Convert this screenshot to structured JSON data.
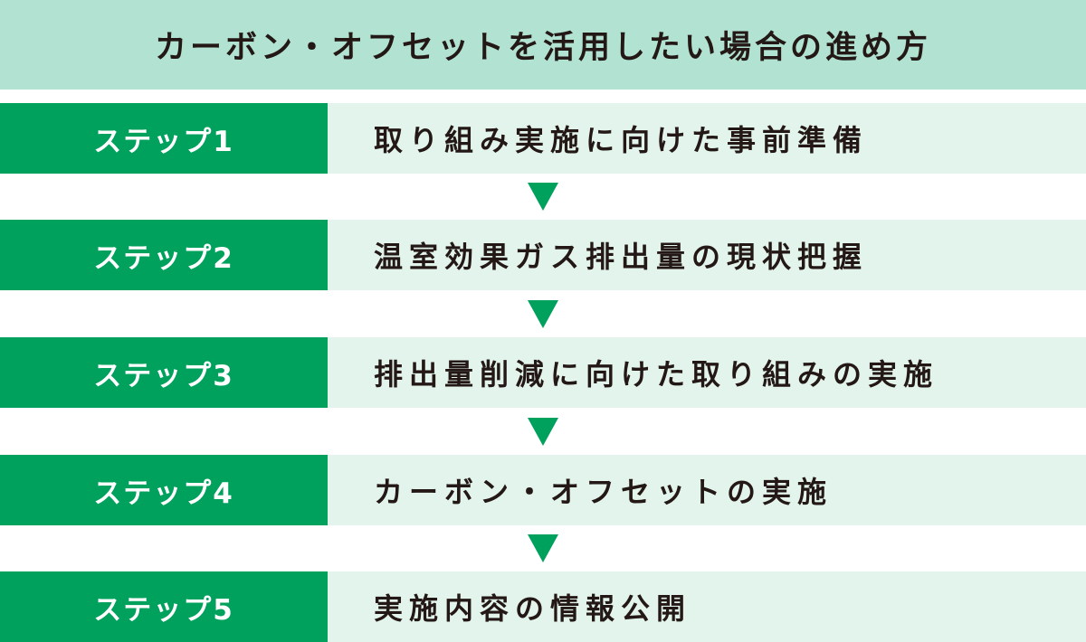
{
  "header": {
    "title": "カーボン・オフセットを活用したい場合の進め方"
  },
  "colors": {
    "header_bg": "#b1e2d2",
    "step_label_bg": "#00a15d",
    "step_desc_bg": "#e3f4ec",
    "text": "#231815",
    "arrow": "#00a15d"
  },
  "steps": [
    {
      "label": "ステップ1",
      "description": "取り組み実施に向けた事前準備"
    },
    {
      "label": "ステップ2",
      "description": "温室効果ガス排出量の現状把握"
    },
    {
      "label": "ステップ3",
      "description": "排出量削減に向けた取り組みの実施"
    },
    {
      "label": "ステップ4",
      "description": "カーボン・オフセットの実施"
    },
    {
      "label": "ステップ5",
      "description": "実施内容の情報公開"
    }
  ],
  "connectors": [
    {
      "icon": "down-triangle-arrow-icon"
    },
    {
      "icon": "down-triangle-arrow-icon"
    },
    {
      "icon": "down-triangle-arrow-icon"
    },
    {
      "icon": "down-triangle-arrow-icon"
    }
  ]
}
